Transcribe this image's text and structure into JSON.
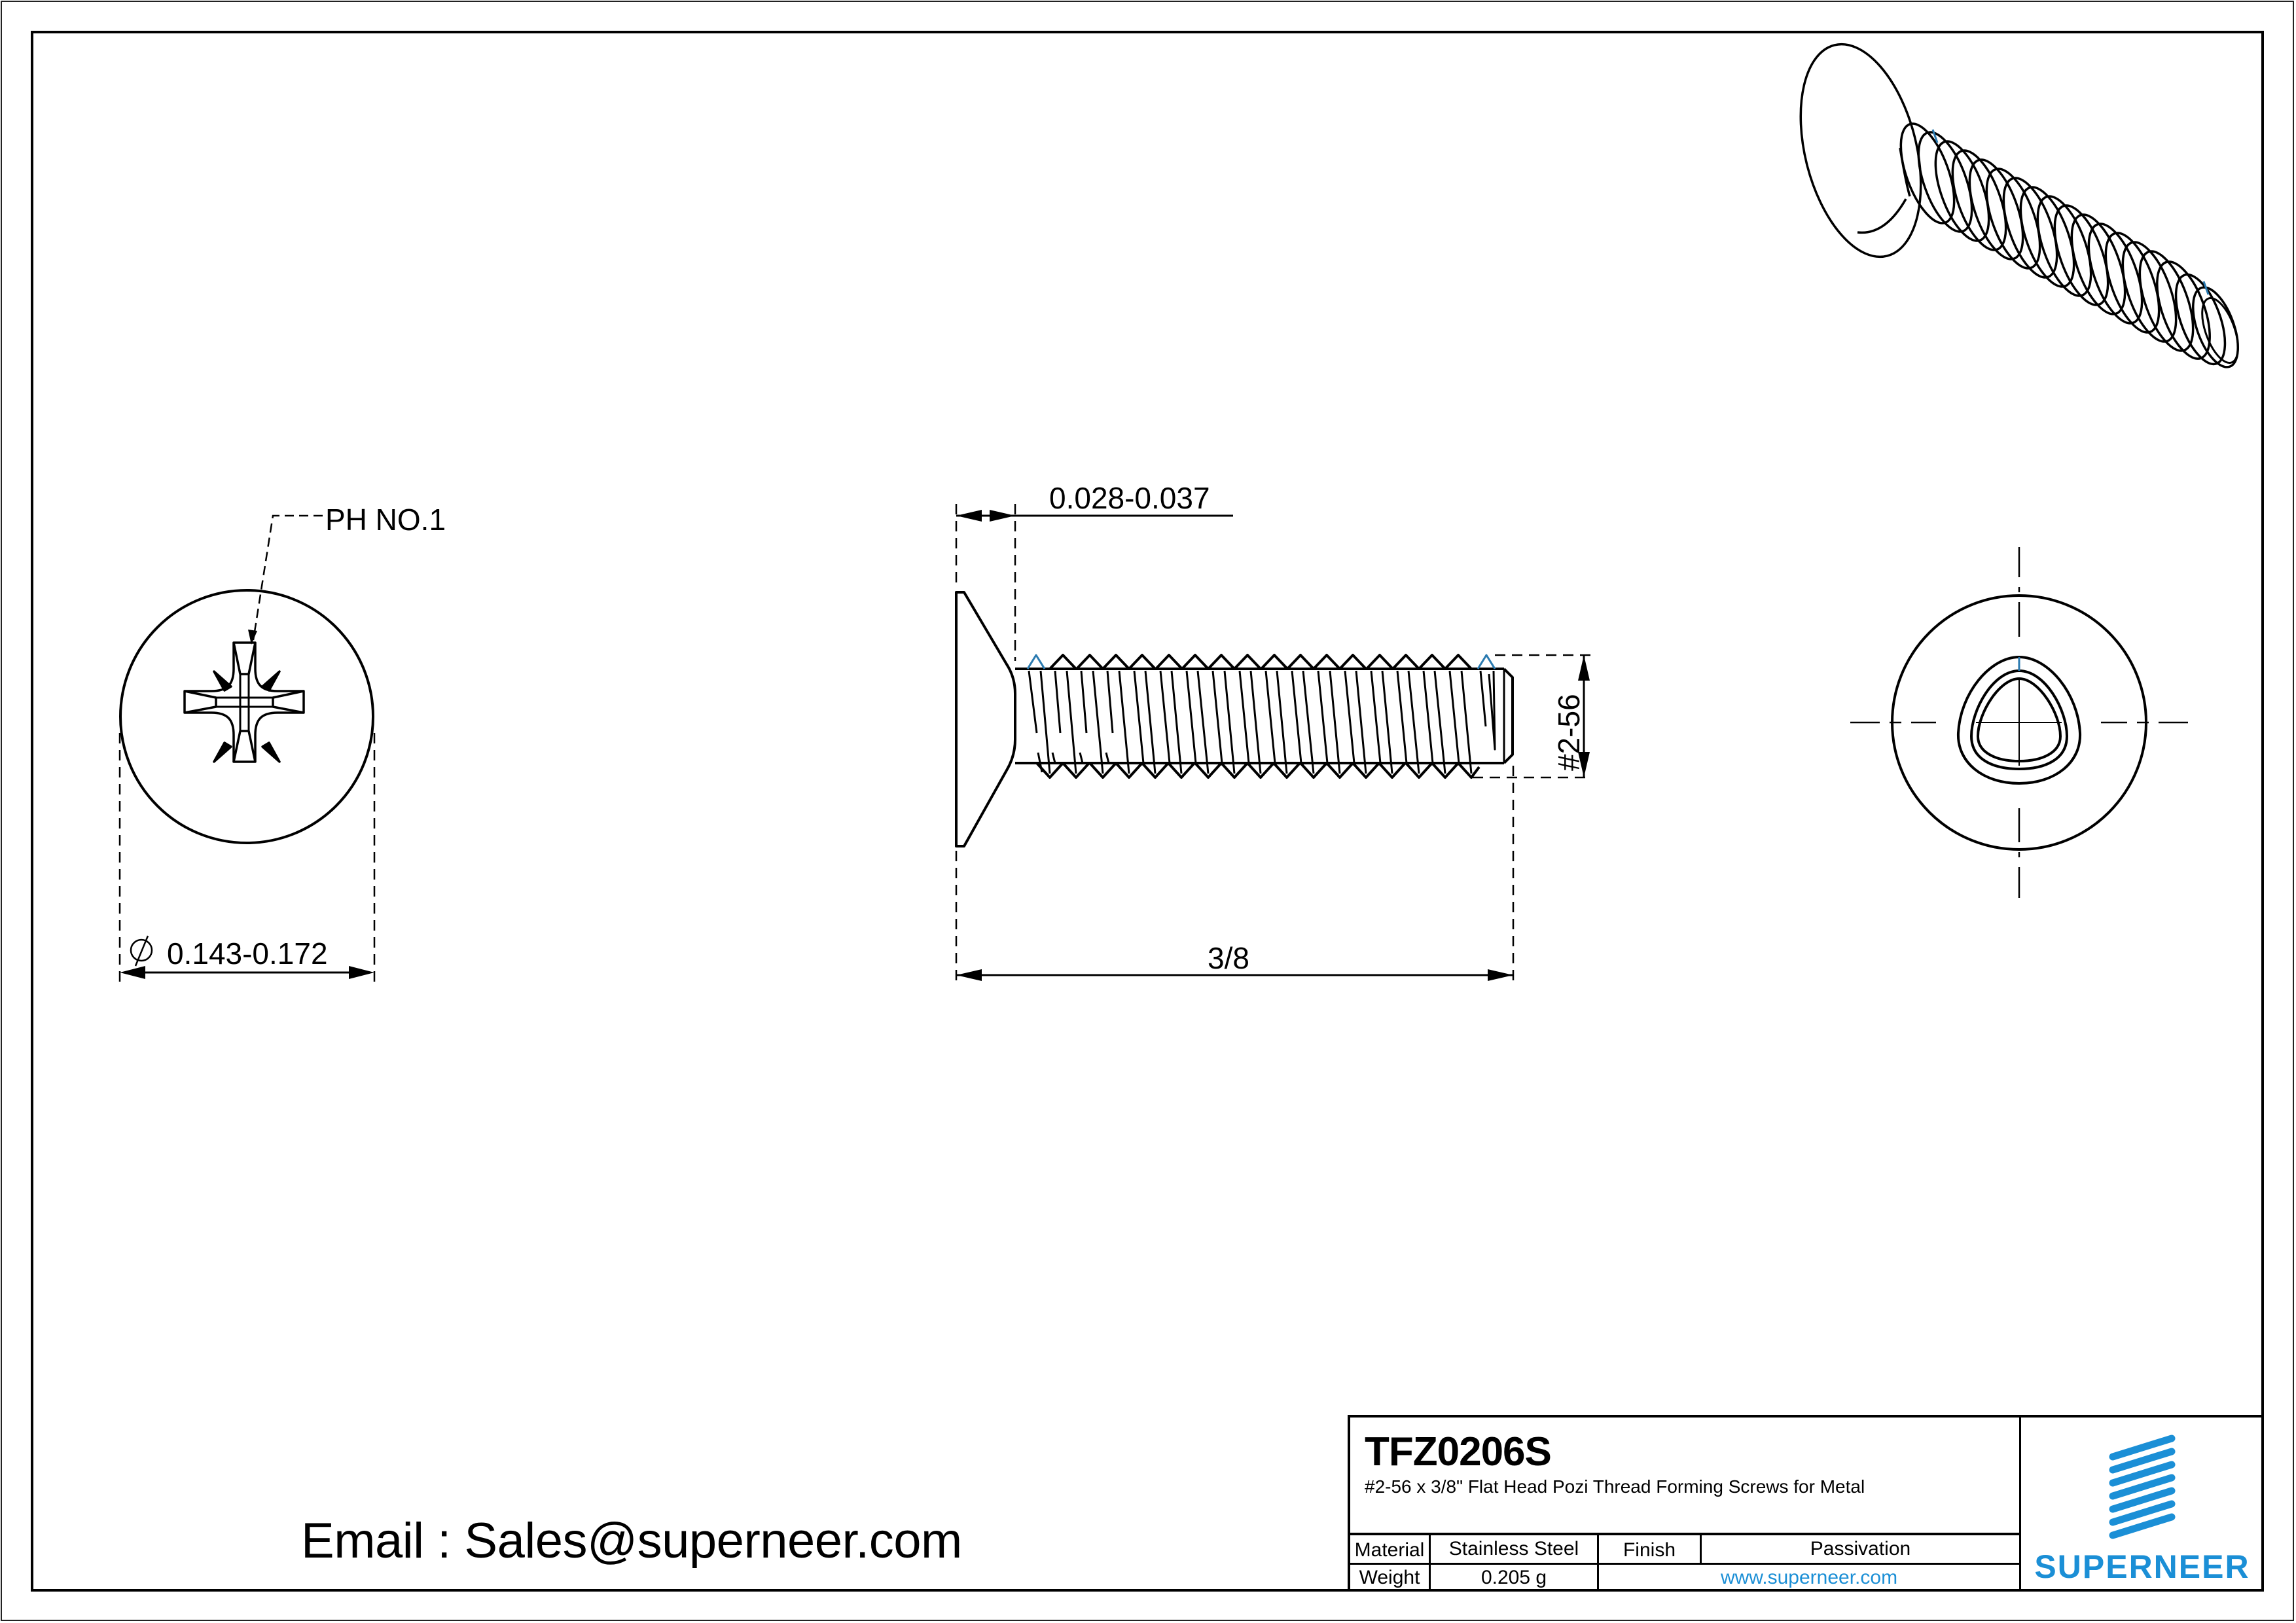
{
  "drawing": {
    "top_view": {
      "recess_label": "PH NO.1",
      "diameter_symbol": "∅",
      "diameter_dim": "0.143-0.172"
    },
    "side_view": {
      "head_height_dim": "0.028-0.037",
      "length_dim": "3/8",
      "thread_dim": "#2-56"
    },
    "end_view": {
      "description": "thread forming trilobular end"
    },
    "iso_view": {
      "description": "isometric flat head screw"
    },
    "colors": {
      "line": "#000000",
      "thread_highlight": "#2a7ab0",
      "brand": "#1b8fd6"
    }
  },
  "contact": {
    "email_label": "Email : Sales@superneer.com"
  },
  "title_block": {
    "part_number": "TFZ0206S",
    "description": "#2-56 x 3/8\" Flat Head Pozi Thread Forming Screws for Metal",
    "material_label": "Material",
    "material_value": "Stainless Steel",
    "finish_label": "Finish",
    "finish_value": "Passivation",
    "weight_label": "Weight",
    "weight_value": "0.205 g",
    "website": "www.superneer.com",
    "brand_name": "SUPERNEER"
  }
}
